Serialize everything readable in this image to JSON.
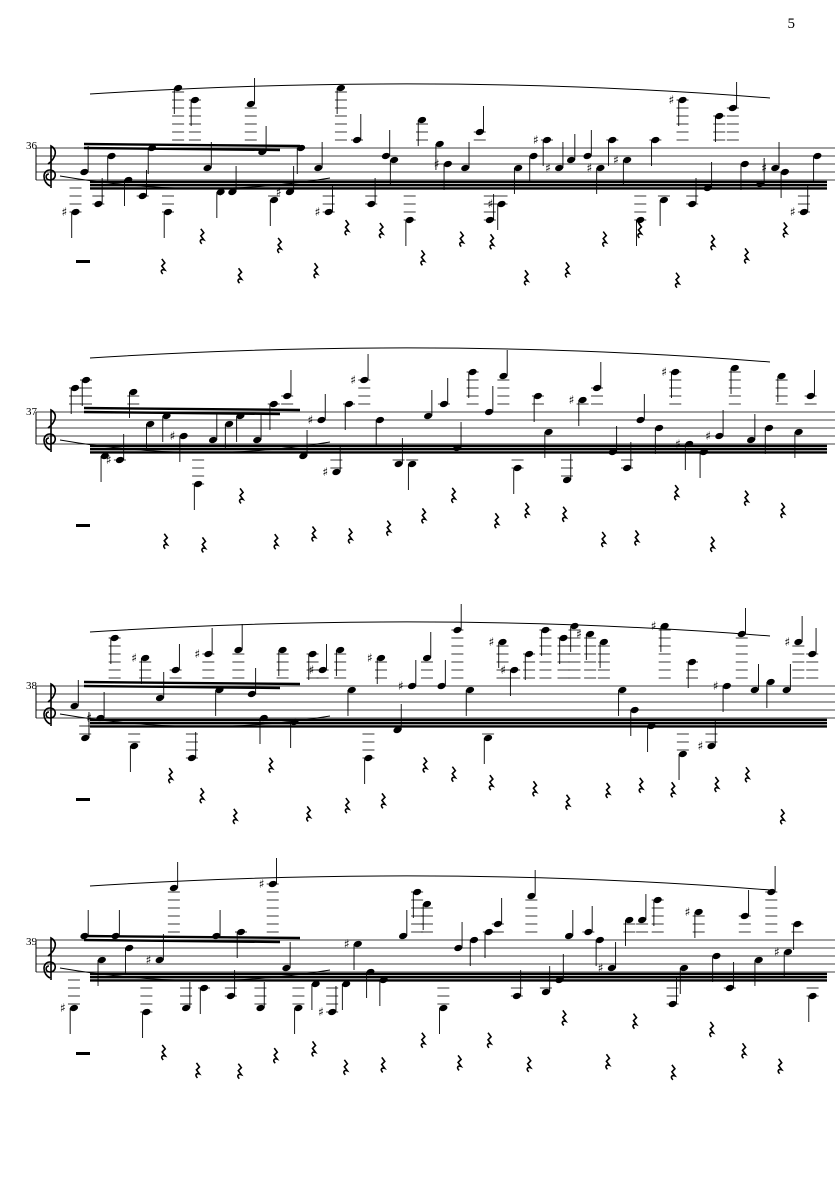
{
  "page": {
    "number": "5"
  },
  "systems": [
    {
      "measure": "36",
      "clef": "treble"
    },
    {
      "measure": "37",
      "clef": "treble"
    },
    {
      "measure": "38",
      "clef": "treble"
    },
    {
      "measure": "39",
      "clef": "treble"
    }
  ],
  "icons": {
    "clef": "treble-clef-icon",
    "rest": "quarter-rest-icon",
    "notehead": "notehead-icon"
  }
}
